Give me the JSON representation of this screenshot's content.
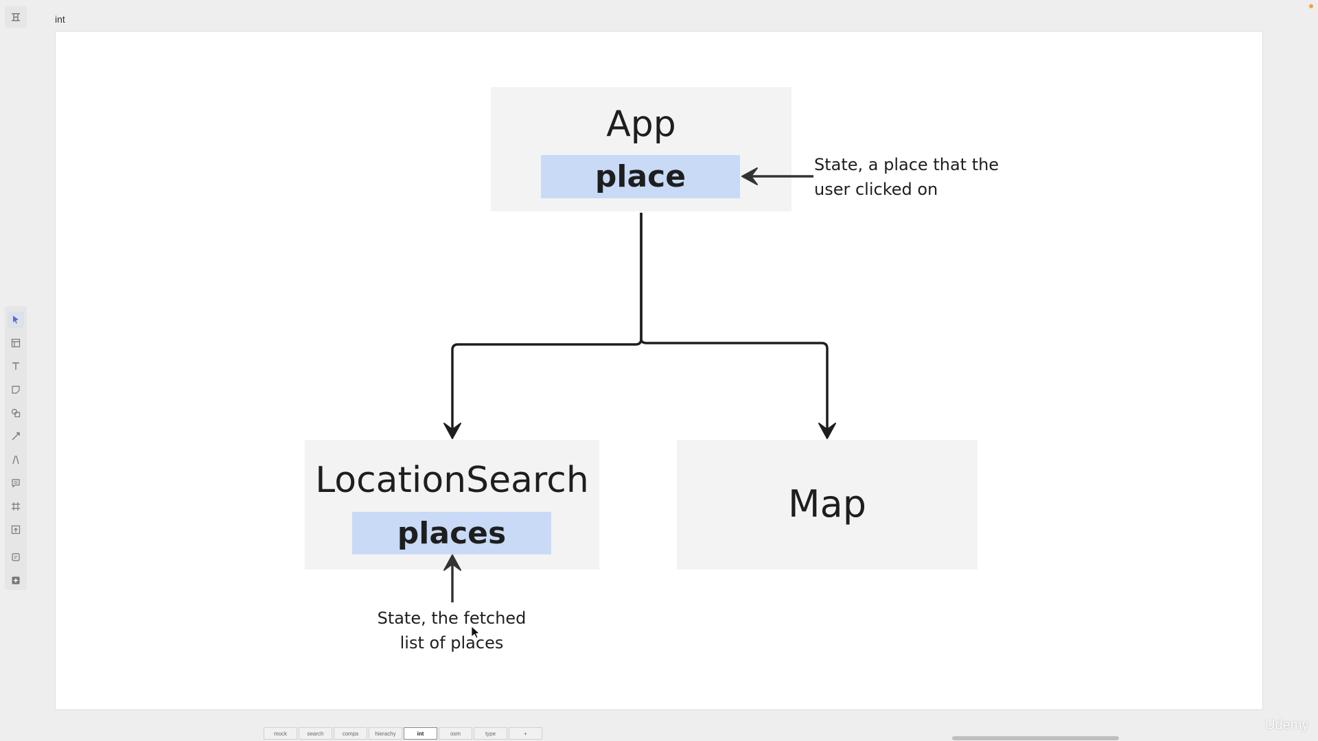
{
  "frame": {
    "label": "int"
  },
  "diagram": {
    "app": {
      "title": "App",
      "state": "place"
    },
    "location_search": {
      "title": "LocationSearch",
      "state": "places"
    },
    "map": {
      "title": "Map"
    },
    "annotations": {
      "app_state": [
        "State, a place that the",
        "user clicked on"
      ],
      "places_state": [
        "State, the fetched",
        "list of places"
      ]
    },
    "colors": {
      "node_fill": "#f3f3f3",
      "state_fill": "#c8daf6",
      "line": "#1e1e1e"
    }
  },
  "toolbar": {
    "top_icon": "frame-list-icon",
    "tools": [
      "select-icon",
      "template-icon",
      "text-icon",
      "sticky-note-icon",
      "shapes-icon",
      "connector-icon",
      "pen-icon",
      "comment-icon",
      "frame-icon",
      "upload-icon",
      "embed-icon",
      "more-apps-icon"
    ]
  },
  "tabs": [
    {
      "label": "mock"
    },
    {
      "label": "search"
    },
    {
      "label": "comps"
    },
    {
      "label": "hierachy"
    },
    {
      "label": "int",
      "active": true
    },
    {
      "label": "osm"
    },
    {
      "label": "type"
    },
    {
      "label": "+"
    }
  ],
  "watermark": "Udemy"
}
